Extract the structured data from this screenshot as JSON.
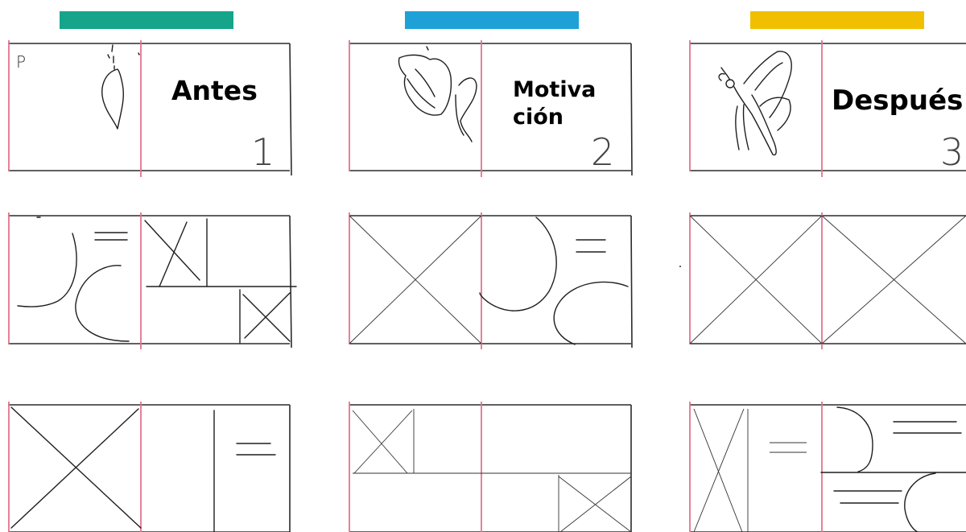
{
  "columns": [
    {
      "id": "antes",
      "color": "#16a58a",
      "title_lines": [
        "Antes"
      ],
      "number": "1",
      "marker": "P"
    },
    {
      "id": "motivacion",
      "color": "#1ea1d6",
      "title_lines": [
        "Motiva",
        "ción"
      ],
      "number": "2"
    },
    {
      "id": "despues",
      "color": "#f0bf00",
      "title_lines": [
        "Después"
      ],
      "number": "3"
    }
  ],
  "colors": {
    "fold_line": "#e0758e",
    "frame_line": "#2b2b2b",
    "sketch_ink": "#1e1e1e"
  }
}
